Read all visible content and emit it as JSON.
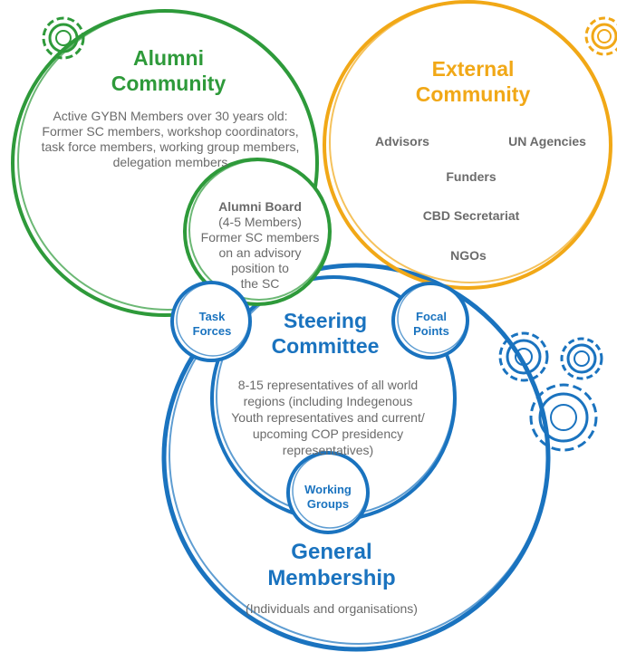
{
  "colors": {
    "green": "#2e9a3a",
    "orange": "#f1a817",
    "blue": "#1a73bf",
    "text_gray": "#6b6b6b"
  },
  "alumni_community": {
    "title_line1": "Alumni",
    "title_line2": "Community",
    "description": [
      "Active GYBN Members over 30 years old:",
      "Former SC members, workshop coordinators,",
      "task force members, working group members,",
      "delegation members"
    ]
  },
  "alumni_board": {
    "title": "Alumni Board",
    "lines": [
      "(4-5 Members)",
      "Former SC members",
      "on an advisory",
      "position to",
      "the SC"
    ]
  },
  "external_community": {
    "title_line1": "External",
    "title_line2": "Community",
    "items": {
      "advisors": "Advisors",
      "un_agencies": "UN Agencies",
      "funders": "Funders",
      "cbd_secretariat": "CBD Secretariat",
      "ngos": "NGOs"
    }
  },
  "steering_committee": {
    "title_line1": "Steering",
    "title_line2": "Committee",
    "description": [
      "8-15 representatives of all world",
      "regions (including Indegenous",
      "Youth representatives and current/",
      "upcoming COP presidency",
      "representatives)"
    ]
  },
  "task_forces": {
    "line1": "Task",
    "line2": "Forces"
  },
  "focal_points": {
    "line1": "Focal",
    "line2": "Points"
  },
  "working_groups": {
    "line1": "Working",
    "line2": "Groups"
  },
  "general_membership": {
    "title_line1": "General",
    "title_line2": "Membership",
    "subtitle": "(Individuals and organisations)"
  },
  "icons": [
    "green-gear-icon",
    "orange-gear-icon",
    "blue-gears-icon"
  ]
}
